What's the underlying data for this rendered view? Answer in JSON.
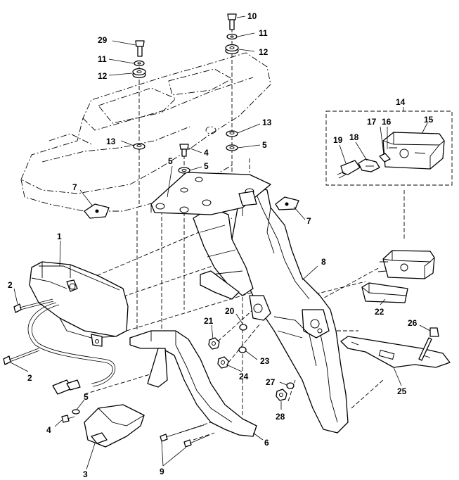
{
  "callouts": {
    "c1": "1",
    "c2a": "2",
    "c2b": "2",
    "c3": "3",
    "c4a": "4",
    "c4b": "4",
    "c5a": "5",
    "c5b": "5",
    "c5c": "5",
    "c5d": "5",
    "c6": "6",
    "c7a": "7",
    "c7b": "7",
    "c8": "8",
    "c9": "9",
    "c10": "10",
    "c11a": "11",
    "c11b": "11",
    "c12a": "12",
    "c12b": "12",
    "c13a": "13",
    "c13b": "13",
    "c14": "14",
    "c15": "15",
    "c16": "16",
    "c17": "17",
    "c18": "18",
    "c19": "19",
    "c20": "20",
    "c21": "21",
    "c22": "22",
    "c23": "23",
    "c24": "24",
    "c25": "25",
    "c26": "26",
    "c27": "27",
    "c28": "28",
    "c29": "29"
  }
}
